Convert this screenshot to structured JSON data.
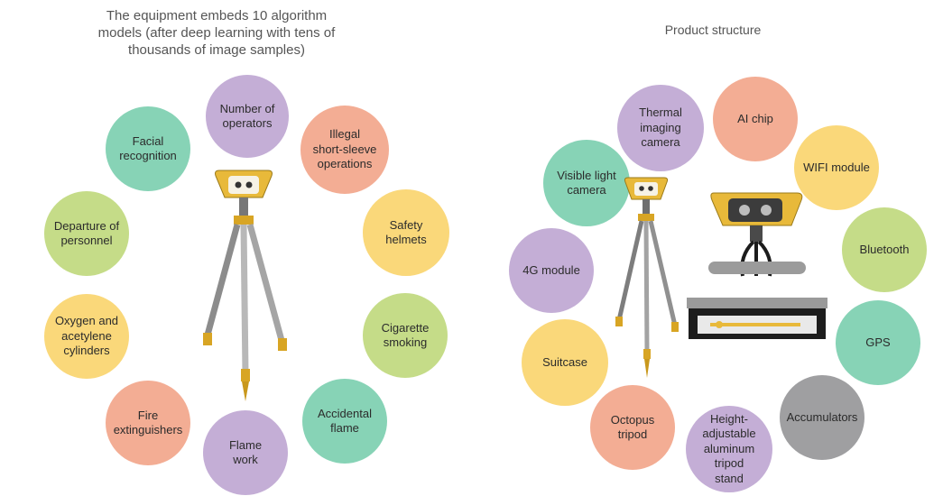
{
  "left": {
    "title": "The equipment embeds 10 algorithm\nmodels (after deep learning with tens of\nthousands of image samples)",
    "bubbles": [
      "Number of\noperators",
      "Illegal\nshort-sleeve\noperations",
      "Safety\nhelmets",
      "Cigarette\nsmoking",
      "Accidental\nflame",
      "Flame\nwork",
      "Fire\nextinguishers",
      "Oxygen and\nacetylene\ncylinders",
      "Departure of\npersonnel",
      "Facial\nrecognition"
    ]
  },
  "right": {
    "title": "Product structure",
    "bubbles": [
      "Thermal\nimaging\ncamera",
      "AI chip",
      "WIFI module",
      "Bluetooth",
      "GPS",
      "Accumulators",
      "Height-\nadjustable\naluminum\ntripod\nstand",
      "Octopus\ntripod",
      "Suitcase",
      "4G module",
      "Visible light\ncamera"
    ]
  },
  "colors": {
    "purple": "#c4aed6",
    "salmon": "#f3ad94",
    "yellow": "#fad87a",
    "green": "#c5dc88",
    "teal": "#87d3b6",
    "gray": "#9f9fa1",
    "device_yellow": "#e8b93a"
  }
}
